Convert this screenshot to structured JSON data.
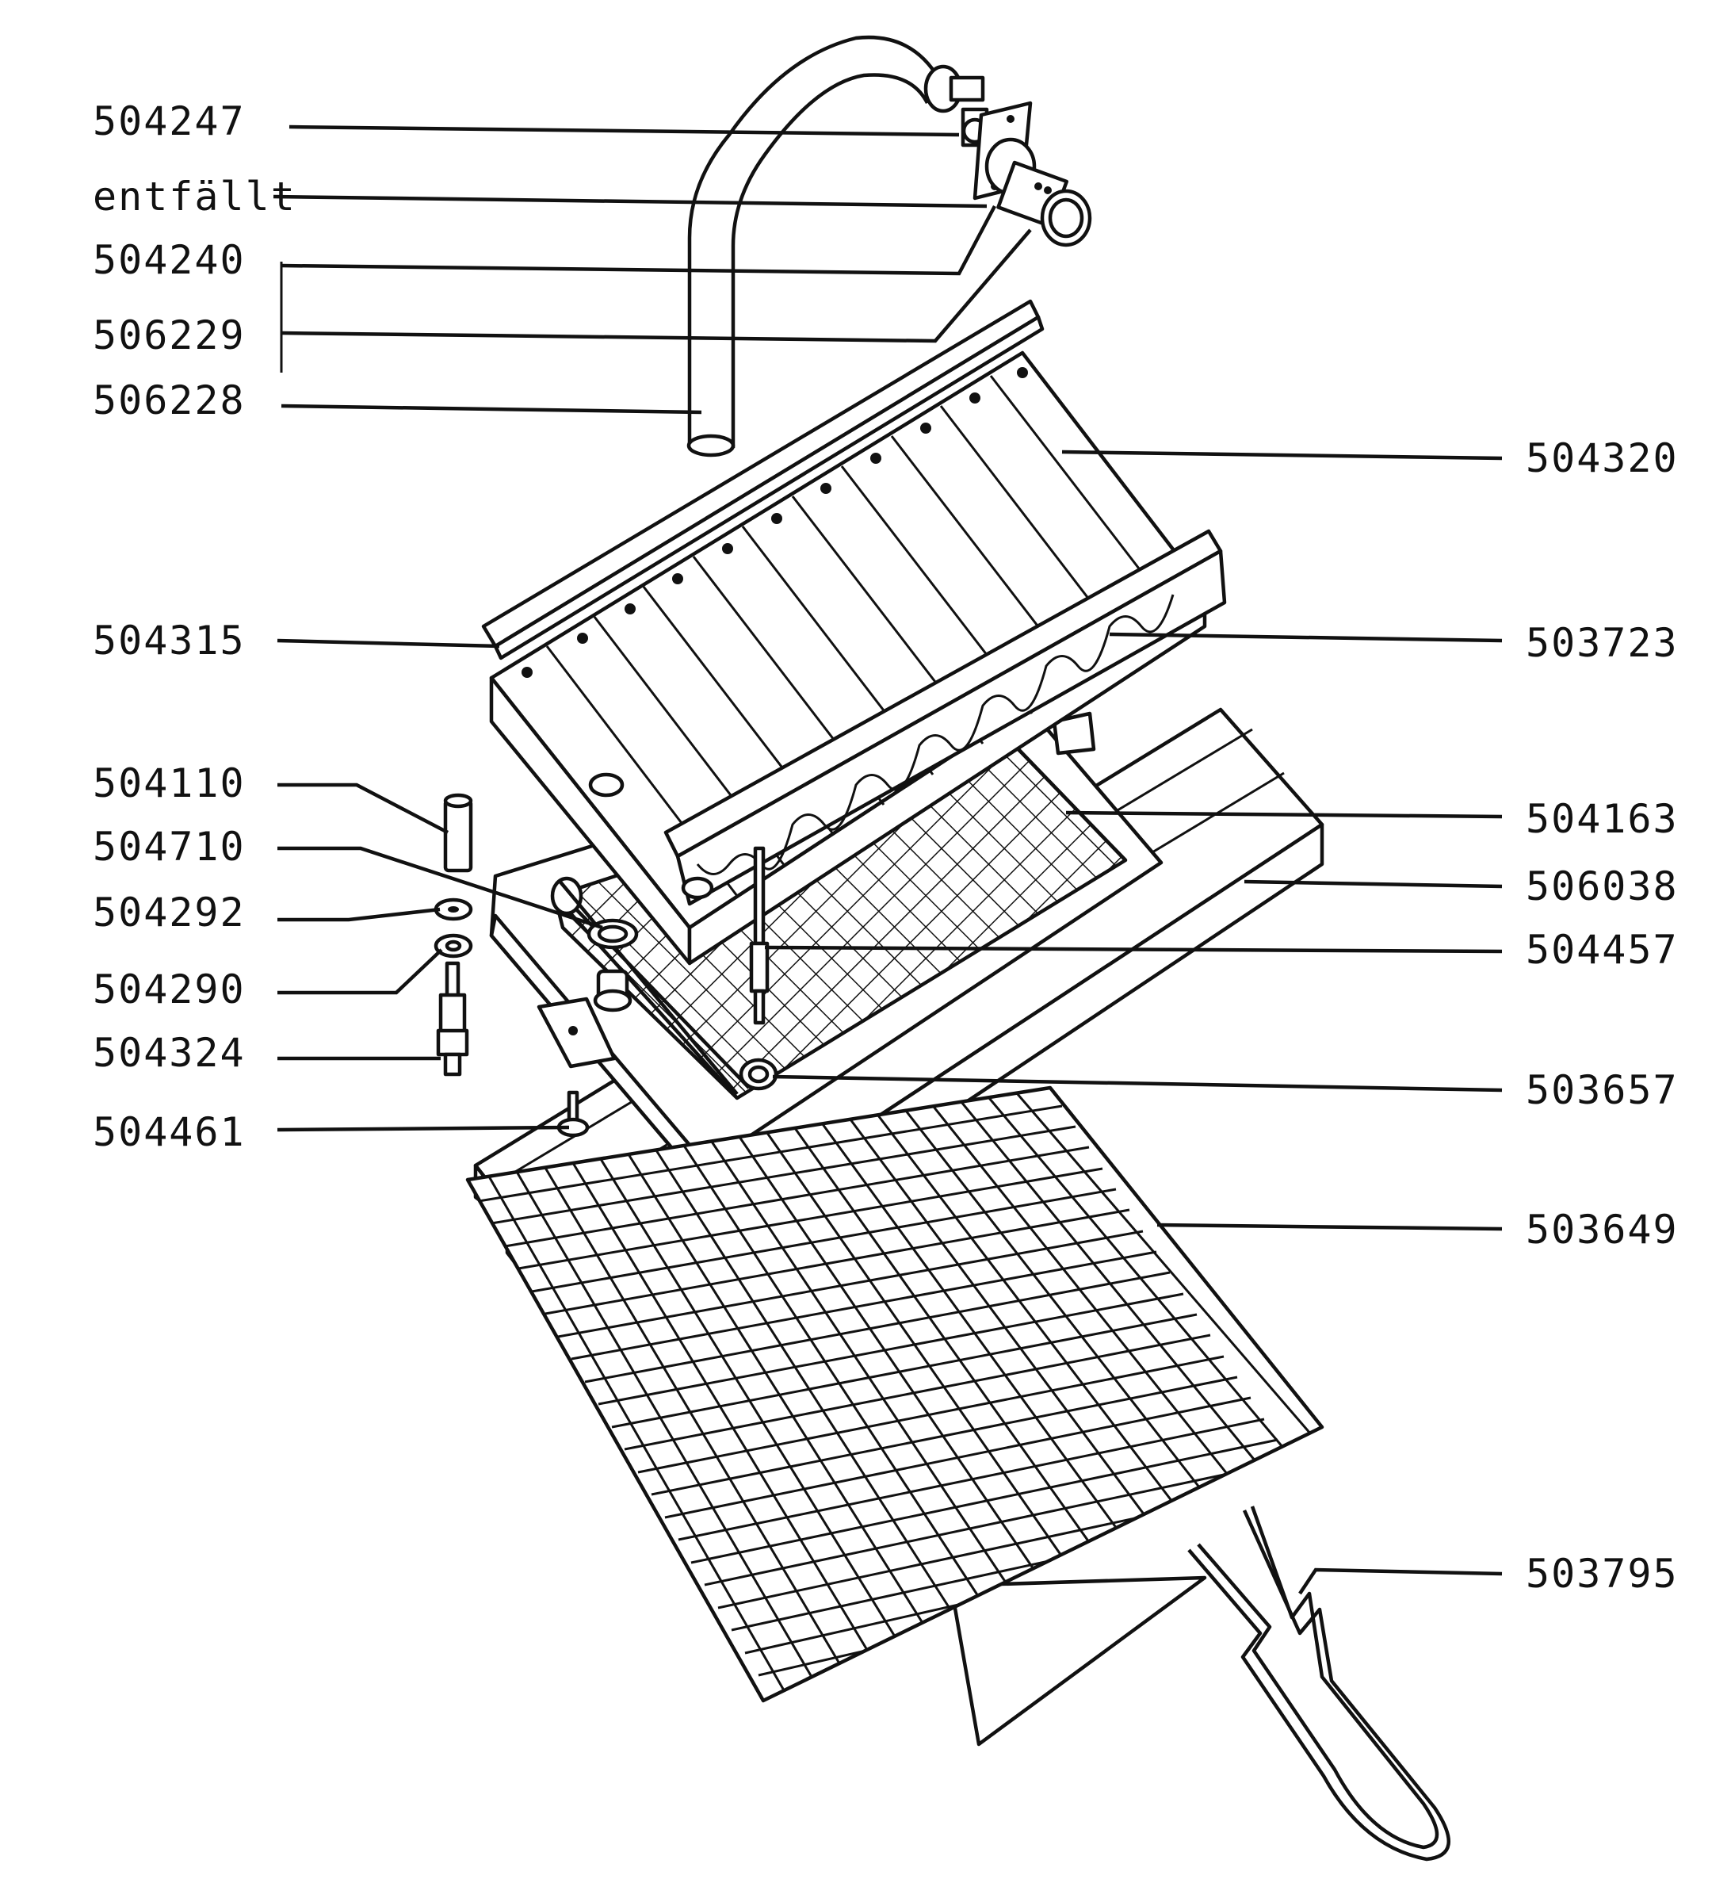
{
  "diagram": {
    "callouts_left": [
      {
        "id": "c-504247",
        "text": "504247"
      },
      {
        "id": "c-entfallt",
        "text": "entfällt"
      },
      {
        "id": "c-504240",
        "text": "504240"
      },
      {
        "id": "c-506229",
        "text": "506229"
      },
      {
        "id": "c-506228",
        "text": "506228"
      },
      {
        "id": "c-504315",
        "text": "504315"
      },
      {
        "id": "c-504110",
        "text": "504110"
      },
      {
        "id": "c-504710",
        "text": "504710"
      },
      {
        "id": "c-504292",
        "text": "504292"
      },
      {
        "id": "c-504290",
        "text": "504290"
      },
      {
        "id": "c-504324",
        "text": "504324"
      },
      {
        "id": "c-504461",
        "text": "504461"
      }
    ],
    "callouts_right": [
      {
        "id": "c-504320",
        "text": "504320"
      },
      {
        "id": "c-503723",
        "text": "503723"
      },
      {
        "id": "c-504163",
        "text": "504163"
      },
      {
        "id": "c-506038",
        "text": "506038"
      },
      {
        "id": "c-504457",
        "text": "504457"
      },
      {
        "id": "c-503657",
        "text": "503657"
      },
      {
        "id": "c-503649",
        "text": "503649"
      },
      {
        "id": "c-503795",
        "text": "503795"
      }
    ]
  }
}
